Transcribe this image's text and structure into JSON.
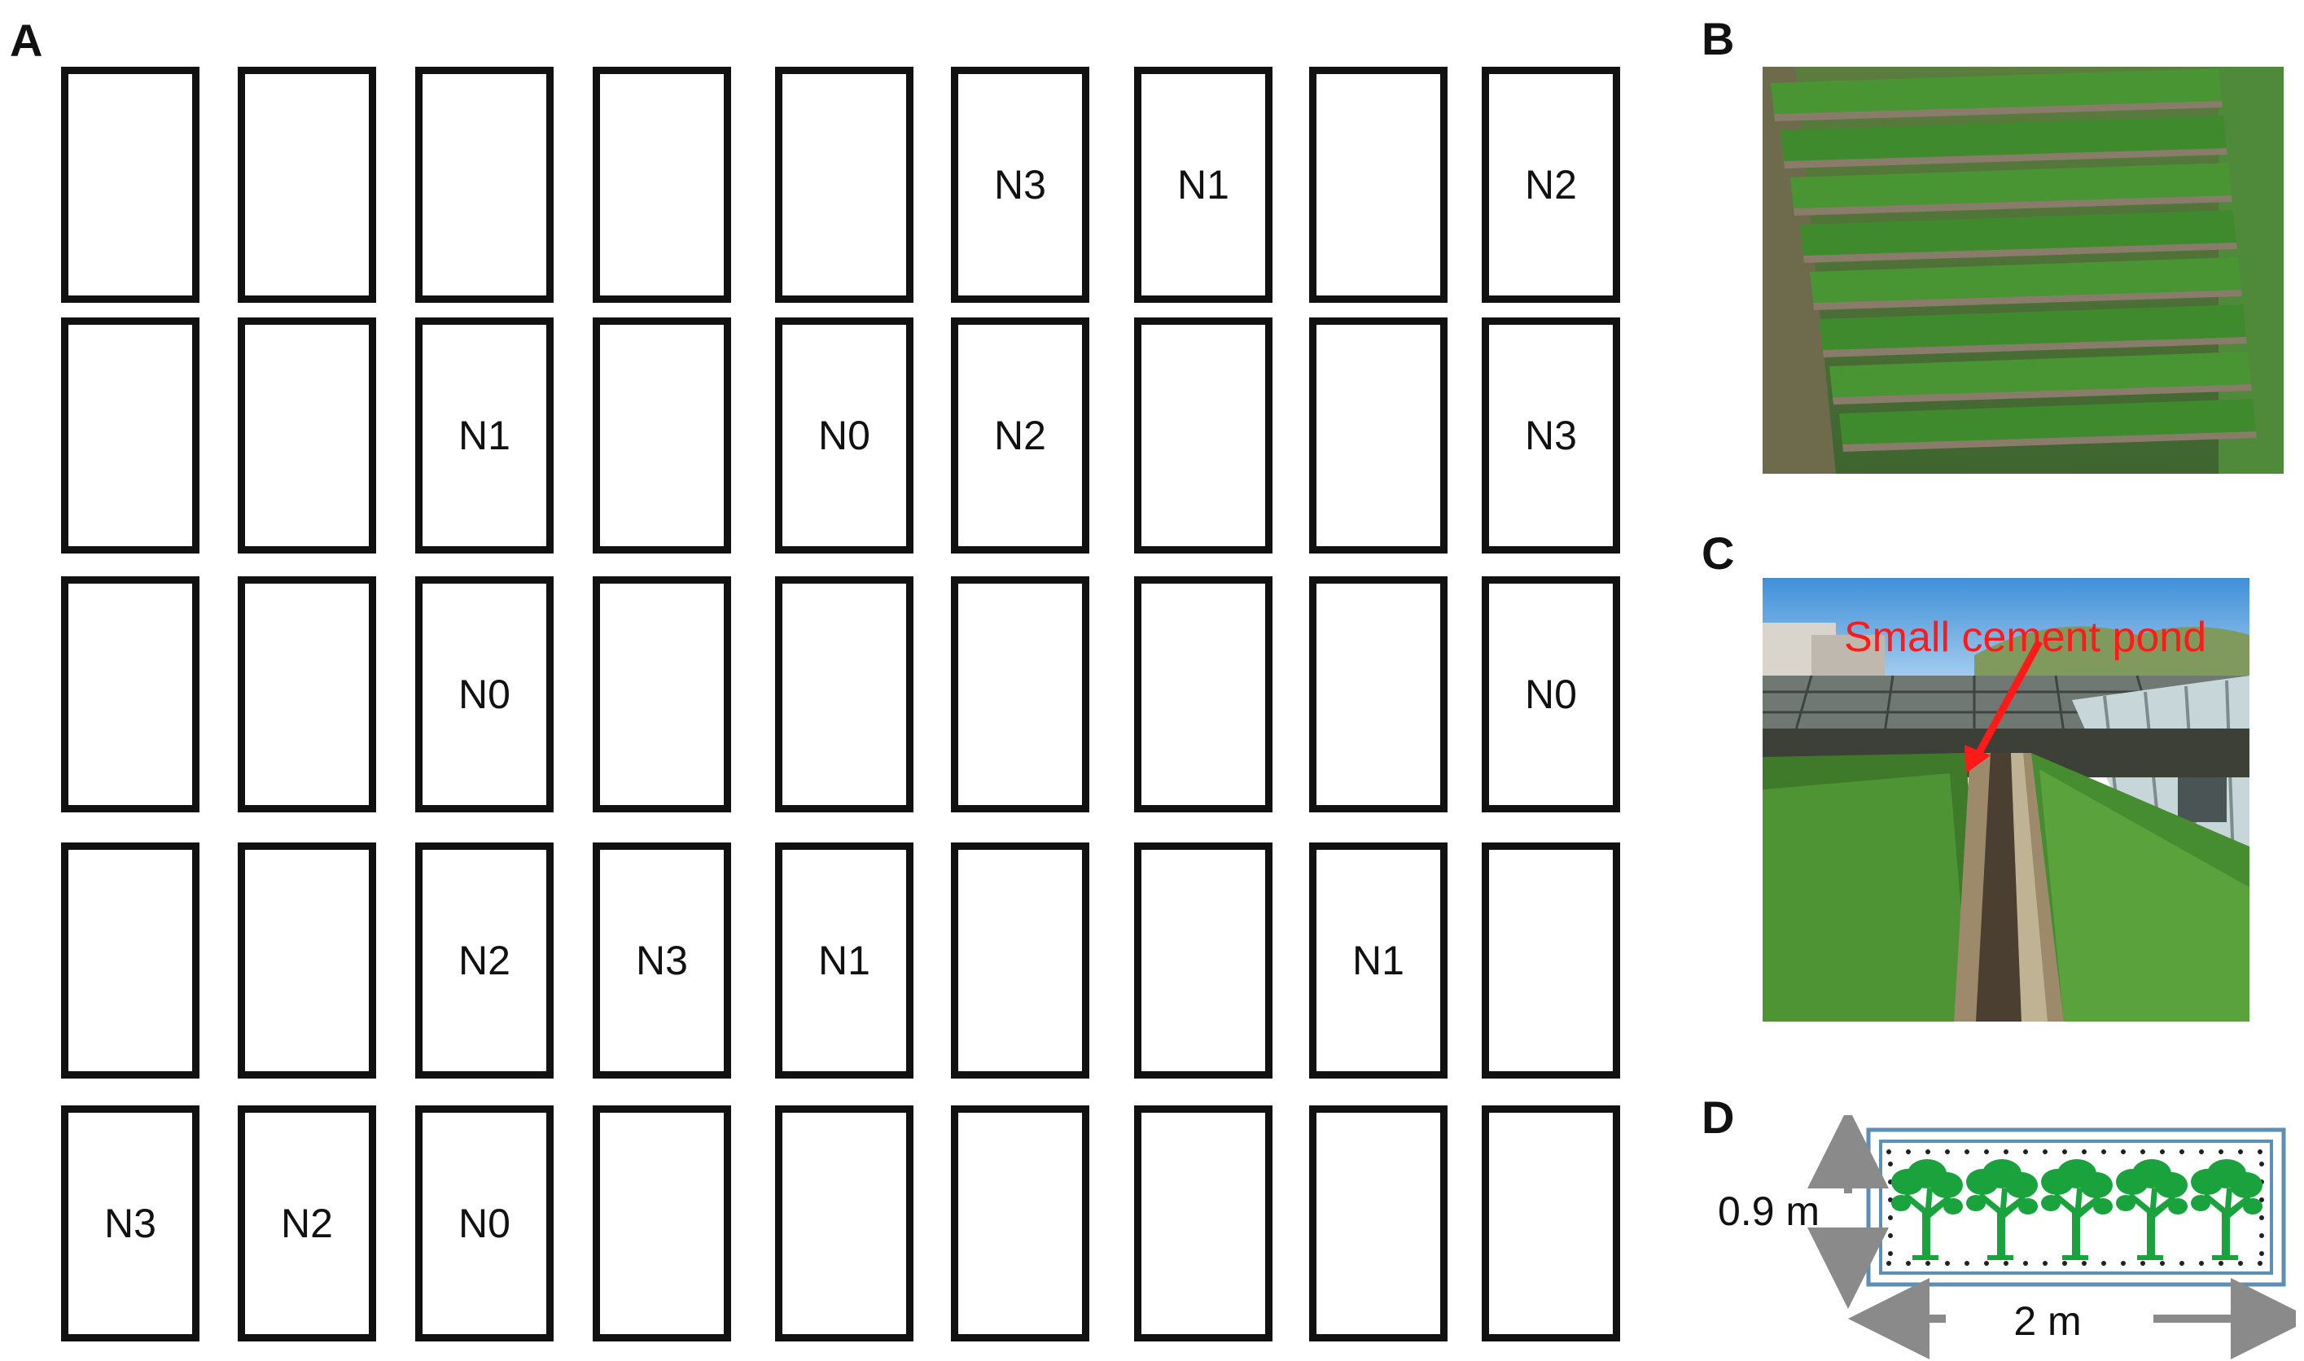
{
  "panels": {
    "A": "A",
    "B": "B",
    "C": "C",
    "D": "D"
  },
  "grid": {
    "rows": [
      [
        "",
        "",
        "",
        "",
        "",
        "N3",
        "N1",
        "",
        "N2"
      ],
      [
        "",
        "",
        "N1",
        "",
        "N0",
        "N2",
        "",
        "",
        "N3"
      ],
      [
        "",
        "",
        "N0",
        "",
        "",
        "",
        "",
        "",
        "N0"
      ],
      [
        "",
        "",
        "N2",
        "N3",
        "N1",
        "",
        "",
        "N1",
        ""
      ],
      [
        "N3",
        "N2",
        "N0",
        "",
        "",
        "",
        "",
        "",
        ""
      ]
    ]
  },
  "photo_c": {
    "annotation": "Small cement pond",
    "annotation_color": "#ff1a1a"
  },
  "schematic_d": {
    "height_label": "0.9 m",
    "width_label": "2 m",
    "tree_count": 5,
    "tree_color": "#1aa23c",
    "frame_color": "#5b8fb5",
    "arrow_color": "#8a8a8a"
  }
}
